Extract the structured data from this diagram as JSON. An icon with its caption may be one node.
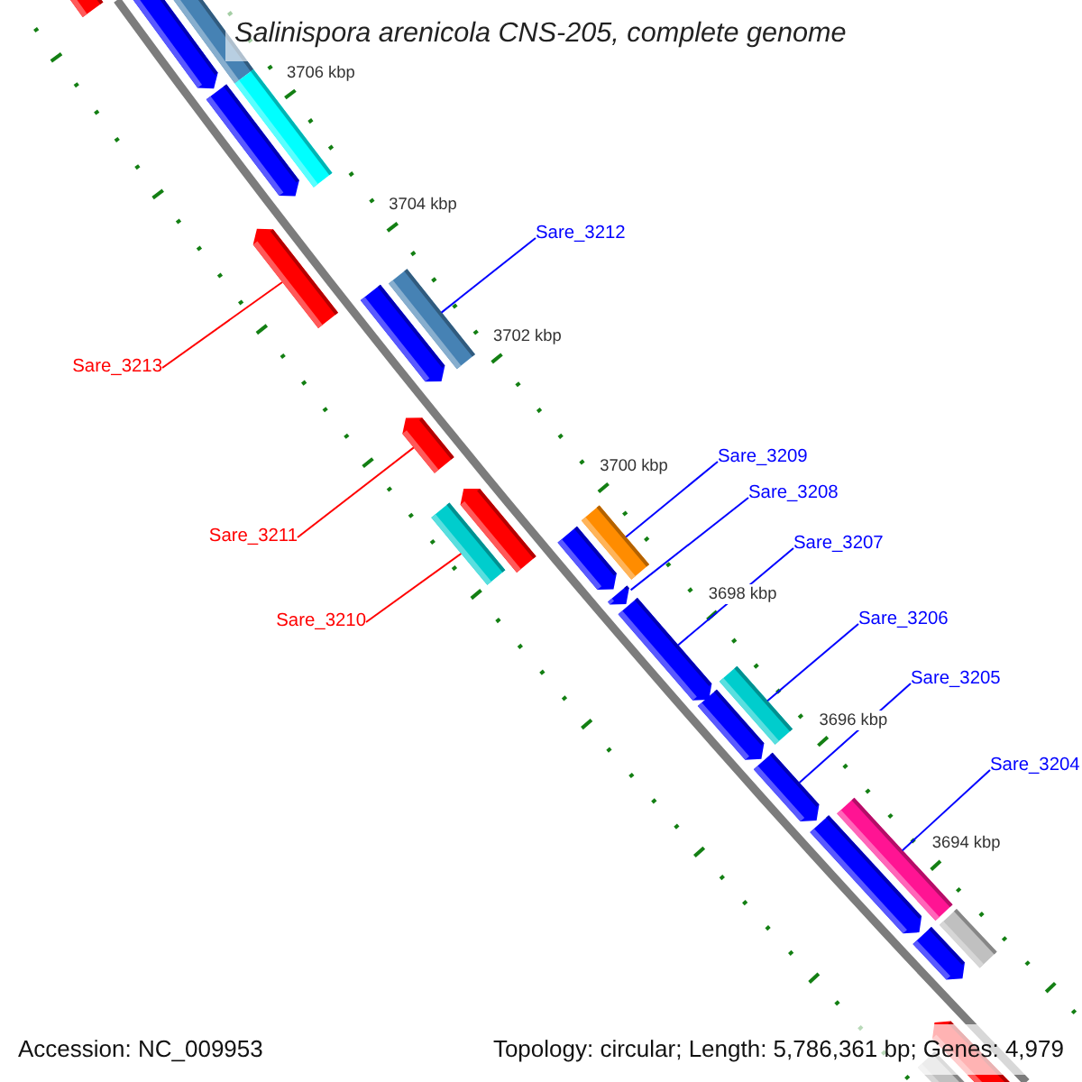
{
  "diagram": {
    "title": "Salinispora arenicola CNS-205, complete genome",
    "nodes": [
      {
        "text": [
          "Sare_3212"
        ]
      },
      {
        "text": [
          "Sare_3213"
        ]
      },
      {
        "text": [
          "Sare_3209"
        ]
      },
      {
        "text": [
          "Sare_3208"
        ]
      },
      {
        "text": [
          "Sare_3211"
        ]
      },
      {
        "text": [
          "Sare_3207"
        ]
      },
      {
        "text": [
          "Sare_3206"
        ]
      },
      {
        "text": [
          "Sare_3210"
        ]
      },
      {
        "text": [
          "Sare_3205"
        ]
      },
      {
        "text": [
          "Sare_3204"
        ]
      },
      {
        "text": [],
        "shape": "bar"
      },
      {
        "text": [],
        "shape": "bar"
      },
      {
        "text": [],
        "shape": "bar"
      },
      {
        "text": [],
        "shape": "bar"
      },
      {
        "text": [],
        "shape": "bar"
      },
      {
        "text": [],
        "shape": "bar"
      },
      {
        "text": [],
        "shape": "bar"
      },
      {
        "text": [],
        "shape": "bar"
      },
      {
        "text": [],
        "shape": "bar"
      },
      {
        "text": [],
        "shape": "bar"
      },
      {
        "text": [],
        "shape": "bar"
      },
      {
        "text": [],
        "shape": "bar"
      },
      {
        "text": [],
        "shape": "bar"
      },
      {
        "text": [],
        "shape": "bar"
      },
      {
        "text": [],
        "shape": "bar"
      },
      {
        "text": [],
        "shape": "bar"
      },
      {
        "text": [],
        "shape": "bar"
      },
      {
        "text": [],
        "shape": "bar"
      },
      {
        "text": [],
        "shape": "bar"
      },
      {
        "text": [],
        "shape": "bar"
      },
      {
        "text": [],
        "shape": "bar"
      },
      {
        "text": [],
        "shape": "bar"
      },
      {
        "text": [],
        "shape": "bar"
      },
      {
        "text": [],
        "shape": "bar"
      }
    ],
    "edges": [
      {
        "from": 0,
        "to": 17,
        "arrow": "none"
      },
      {
        "from": 1,
        "to": 15,
        "arrow": "none",
        "color": "#ff0000"
      },
      {
        "from": 2,
        "to": 21,
        "arrow": "none"
      },
      {
        "from": 3,
        "to": 23,
        "arrow": "none"
      },
      {
        "from": 4,
        "to": 18,
        "arrow": "none",
        "color": "#ff0000"
      },
      {
        "from": 5,
        "to": 24,
        "arrow": "none"
      },
      {
        "from": 6,
        "to": 25,
        "arrow": "none"
      },
      {
        "from": 7,
        "to": 20,
        "arrow": "none",
        "color": "#ff0000"
      },
      {
        "from": 8,
        "to": 27,
        "arrow": "none"
      },
      {
        "from": 9,
        "to": 29,
        "arrow": "none"
      }
    ],
    "labels": [
      "3706 kbp",
      "3704 kbp",
      "3702 kbp",
      "3700 kbp",
      "3698 kbp",
      "3696 kbp",
      "3694 kbp",
      "Accession: NC_009953",
      "Topology: circular; Length: 5,786,361 bp; Genes: 4,979"
    ]
  }
}
